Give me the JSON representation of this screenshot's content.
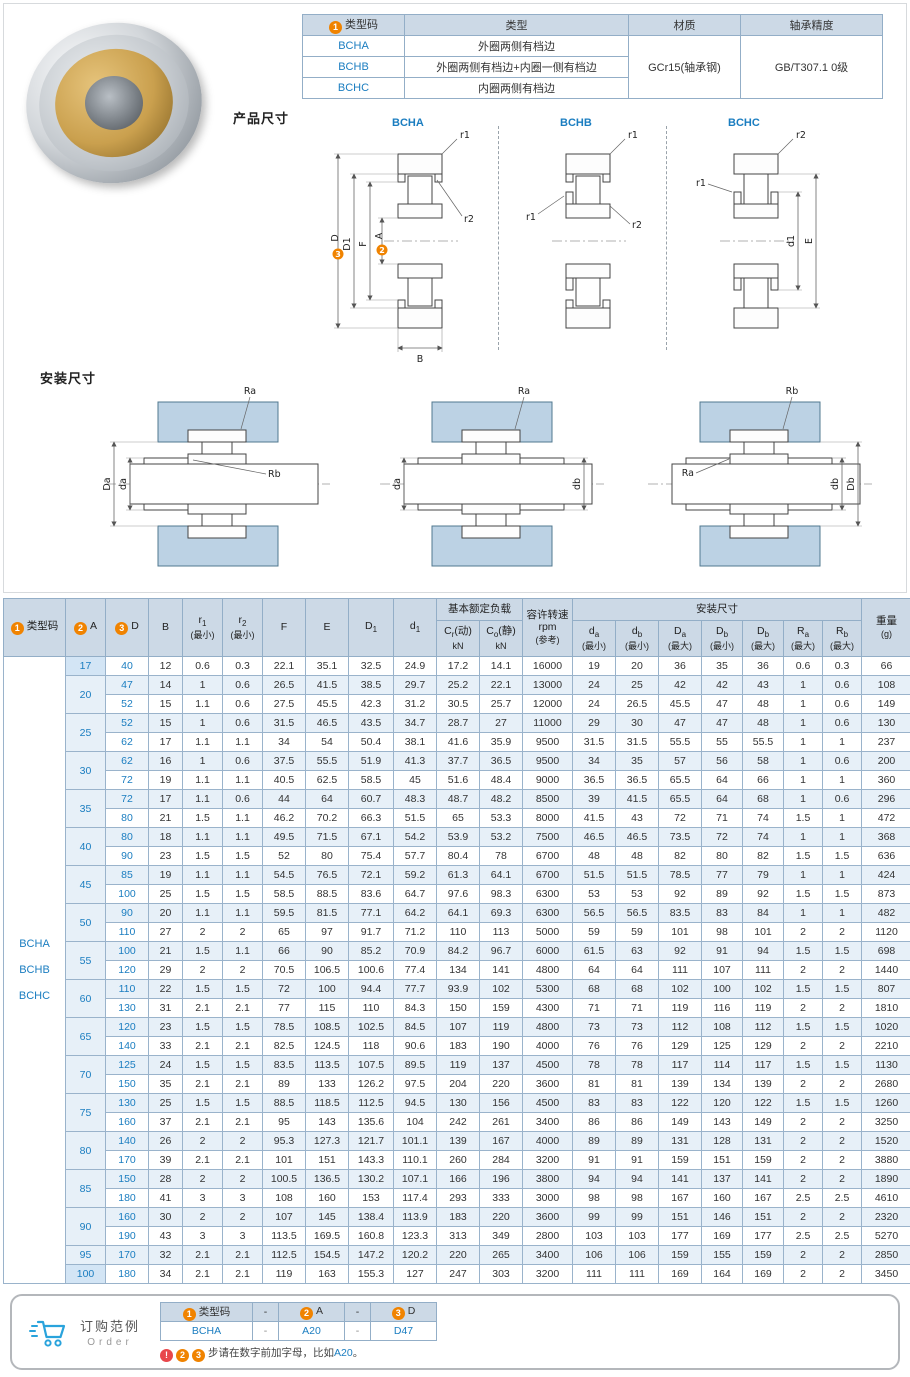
{
  "badges": {
    "one": "1",
    "two": "2",
    "three": "3"
  },
  "type_table": {
    "headers": {
      "code": "类型码",
      "type": "类型",
      "material": "材质",
      "precision": "轴承精度"
    },
    "rows": [
      {
        "code": "BCHA",
        "type": "外圈两侧有档边"
      },
      {
        "code": "BCHB",
        "type": "外圈两侧有档边+内圈一侧有档边"
      },
      {
        "code": "BCHC",
        "type": "内圈两侧有档边"
      }
    ],
    "material": "GCr15(轴承钢)",
    "precision": "GB/T307.1 0级"
  },
  "sections": {
    "product": "产品尺寸",
    "install": "安装尺寸"
  },
  "drawings": {
    "titles": [
      "BCHA",
      "BCHB",
      "BCHC"
    ],
    "product_labels": {
      "a": {
        "r_top": "r1",
        "r_side": "r2",
        "d": "D",
        "d1": "D1",
        "f": "F",
        "a": "A",
        "b": "B"
      },
      "b": {
        "r_top": "r1",
        "r_left": "r1",
        "r_side": "r2"
      },
      "c": {
        "r_top": "r2",
        "r_left": "r1",
        "e": "E",
        "d1": "d1"
      }
    },
    "install_labels": {
      "a": {
        "top": "Ra",
        "inner": "Rb",
        "outer_dim": "Da",
        "inner_dim": "da"
      },
      "b": {
        "top": "Ra",
        "left_dim": "da",
        "right_dim": "db"
      },
      "c": {
        "top": "Rb",
        "inner": "Ra",
        "inner_dim": "db",
        "outer_dim": "Db"
      }
    }
  },
  "main_table": {
    "type_codes": [
      "BCHA",
      "BCHB",
      "BCHC"
    ],
    "header": {
      "row1": [
        {
          "badge": "1",
          "text": "类型码",
          "rs": 2
        },
        {
          "badge": "2",
          "text": "A",
          "rs": 2
        },
        {
          "badge": "3",
          "text": "D",
          "rs": 2
        },
        {
          "text": "B",
          "rs": 2
        },
        {
          "text": "r",
          "sub": "1",
          "q": "(最小)",
          "rs": 2
        },
        {
          "text": "r",
          "sub": "2",
          "q": "(最小)",
          "rs": 2
        },
        {
          "text": "F",
          "rs": 2
        },
        {
          "text": "E",
          "rs": 2
        },
        {
          "text": "D",
          "sub": "1",
          "rs": 2
        },
        {
          "text": "d",
          "sub": "1",
          "rs": 2
        },
        {
          "text": "基本额定负载",
          "cs": 2
        },
        {
          "text": "容许转速",
          "q2": "rpm",
          "q": "(参考)",
          "rs": 2
        },
        {
          "text": "安装尺寸",
          "cs": 7
        },
        {
          "text": "重量",
          "q": "(g)",
          "rs": 2
        }
      ],
      "row2": [
        {
          "text": "C",
          "sub": "r",
          "rest": "(动)",
          "q": "kN"
        },
        {
          "text": "C",
          "sub": "o",
          "rest": "(静)",
          "q": "kN"
        },
        {
          "text": "d",
          "sub": "a",
          "q": "(最小)"
        },
        {
          "text": "d",
          "sub": "b",
          "q": "(最小)"
        },
        {
          "text": "D",
          "sub": "a",
          "q": "(最大)"
        },
        {
          "text": "D",
          "sub": "b",
          "q": "(最小)"
        },
        {
          "text": "D",
          "sub": "b",
          "q": "(最大)"
        },
        {
          "text": "R",
          "sub": "a",
          "q": "(最大)"
        },
        {
          "text": "R",
          "sub": "b",
          "q": "(最大)"
        }
      ]
    },
    "a_groups": [
      {
        "a": "17",
        "rows": [
          [
            "40",
            "12",
            "0.6",
            "0.3",
            "22.1",
            "35.1",
            "32.5",
            "24.9",
            "17.2",
            "14.1",
            "16000",
            "19",
            "20",
            "36",
            "35",
            "36",
            "0.6",
            "0.3",
            "66"
          ]
        ]
      },
      {
        "a": "20",
        "rows": [
          [
            "47",
            "14",
            "1",
            "0.6",
            "26.5",
            "41.5",
            "38.5",
            "29.7",
            "25.2",
            "22.1",
            "13000",
            "24",
            "25",
            "42",
            "42",
            "43",
            "1",
            "0.6",
            "108"
          ],
          [
            "52",
            "15",
            "1.1",
            "0.6",
            "27.5",
            "45.5",
            "42.3",
            "31.2",
            "30.5",
            "25.7",
            "12000",
            "24",
            "26.5",
            "45.5",
            "47",
            "48",
            "1",
            "0.6",
            "149"
          ]
        ]
      },
      {
        "a": "25",
        "rows": [
          [
            "52",
            "15",
            "1",
            "0.6",
            "31.5",
            "46.5",
            "43.5",
            "34.7",
            "28.7",
            "27",
            "11000",
            "29",
            "30",
            "47",
            "47",
            "48",
            "1",
            "0.6",
            "130"
          ],
          [
            "62",
            "17",
            "1.1",
            "1.1",
            "34",
            "54",
            "50.4",
            "38.1",
            "41.6",
            "35.9",
            "9500",
            "31.5",
            "31.5",
            "55.5",
            "55",
            "55.5",
            "1",
            "1",
            "237"
          ]
        ]
      },
      {
        "a": "30",
        "rows": [
          [
            "62",
            "16",
            "1",
            "0.6",
            "37.5",
            "55.5",
            "51.9",
            "41.3",
            "37.7",
            "36.5",
            "9500",
            "34",
            "35",
            "57",
            "56",
            "58",
            "1",
            "0.6",
            "200"
          ],
          [
            "72",
            "19",
            "1.1",
            "1.1",
            "40.5",
            "62.5",
            "58.5",
            "45",
            "51.6",
            "48.4",
            "9000",
            "36.5",
            "36.5",
            "65.5",
            "64",
            "66",
            "1",
            "1",
            "360"
          ]
        ]
      },
      {
        "a": "35",
        "rows": [
          [
            "72",
            "17",
            "1.1",
            "0.6",
            "44",
            "64",
            "60.7",
            "48.3",
            "48.7",
            "48.2",
            "8500",
            "39",
            "41.5",
            "65.5",
            "64",
            "68",
            "1",
            "0.6",
            "296"
          ],
          [
            "80",
            "21",
            "1.5",
            "1.1",
            "46.2",
            "70.2",
            "66.3",
            "51.5",
            "65",
            "53.3",
            "8000",
            "41.5",
            "43",
            "72",
            "71",
            "74",
            "1.5",
            "1",
            "472"
          ]
        ]
      },
      {
        "a": "40",
        "rows": [
          [
            "80",
            "18",
            "1.1",
            "1.1",
            "49.5",
            "71.5",
            "67.1",
            "54.2",
            "53.9",
            "53.2",
            "7500",
            "46.5",
            "46.5",
            "73.5",
            "72",
            "74",
            "1",
            "1",
            "368"
          ],
          [
            "90",
            "23",
            "1.5",
            "1.5",
            "52",
            "80",
            "75.4",
            "57.7",
            "80.4",
            "78",
            "6700",
            "48",
            "48",
            "82",
            "80",
            "82",
            "1.5",
            "1.5",
            "636"
          ]
        ]
      },
      {
        "a": "45",
        "rows": [
          [
            "85",
            "19",
            "1.1",
            "1.1",
            "54.5",
            "76.5",
            "72.1",
            "59.2",
            "61.3",
            "64.1",
            "6700",
            "51.5",
            "51.5",
            "78.5",
            "77",
            "79",
            "1",
            "1",
            "424"
          ],
          [
            "100",
            "25",
            "1.5",
            "1.5",
            "58.5",
            "88.5",
            "83.6",
            "64.7",
            "97.6",
            "98.3",
            "6300",
            "53",
            "53",
            "92",
            "89",
            "92",
            "1.5",
            "1.5",
            "873"
          ]
        ]
      },
      {
        "a": "50",
        "rows": [
          [
            "90",
            "20",
            "1.1",
            "1.1",
            "59.5",
            "81.5",
            "77.1",
            "64.2",
            "64.1",
            "69.3",
            "6300",
            "56.5",
            "56.5",
            "83.5",
            "83",
            "84",
            "1",
            "1",
            "482"
          ],
          [
            "110",
            "27",
            "2",
            "2",
            "65",
            "97",
            "91.7",
            "71.2",
            "110",
            "113",
            "5000",
            "59",
            "59",
            "101",
            "98",
            "101",
            "2",
            "2",
            "1120"
          ]
        ]
      },
      {
        "a": "55",
        "rows": [
          [
            "100",
            "21",
            "1.5",
            "1.1",
            "66",
            "90",
            "85.2",
            "70.9",
            "84.2",
            "96.7",
            "6000",
            "61.5",
            "63",
            "92",
            "91",
            "94",
            "1.5",
            "1.5",
            "698"
          ],
          [
            "120",
            "29",
            "2",
            "2",
            "70.5",
            "106.5",
            "100.6",
            "77.4",
            "134",
            "141",
            "4800",
            "64",
            "64",
            "111",
            "107",
            "111",
            "2",
            "2",
            "1440"
          ]
        ]
      },
      {
        "a": "60",
        "rows": [
          [
            "110",
            "22",
            "1.5",
            "1.5",
            "72",
            "100",
            "94.4",
            "77.7",
            "93.9",
            "102",
            "5300",
            "68",
            "68",
            "102",
            "100",
            "102",
            "1.5",
            "1.5",
            "807"
          ],
          [
            "130",
            "31",
            "2.1",
            "2.1",
            "77",
            "115",
            "110",
            "84.3",
            "150",
            "159",
            "4300",
            "71",
            "71",
            "119",
            "116",
            "119",
            "2",
            "2",
            "1810"
          ]
        ]
      },
      {
        "a": "65",
        "rows": [
          [
            "120",
            "23",
            "1.5",
            "1.5",
            "78.5",
            "108.5",
            "102.5",
            "84.5",
            "107",
            "119",
            "4800",
            "73",
            "73",
            "112",
            "108",
            "112",
            "1.5",
            "1.5",
            "1020"
          ],
          [
            "140",
            "33",
            "2.1",
            "2.1",
            "82.5",
            "124.5",
            "118",
            "90.6",
            "183",
            "190",
            "4000",
            "76",
            "76",
            "129",
            "125",
            "129",
            "2",
            "2",
            "2210"
          ]
        ]
      },
      {
        "a": "70",
        "rows": [
          [
            "125",
            "24",
            "1.5",
            "1.5",
            "83.5",
            "113.5",
            "107.5",
            "89.5",
            "119",
            "137",
            "4500",
            "78",
            "78",
            "117",
            "114",
            "117",
            "1.5",
            "1.5",
            "1130"
          ],
          [
            "150",
            "35",
            "2.1",
            "2.1",
            "89",
            "133",
            "126.2",
            "97.5",
            "204",
            "220",
            "3600",
            "81",
            "81",
            "139",
            "134",
            "139",
            "2",
            "2",
            "2680"
          ]
        ]
      },
      {
        "a": "75",
        "rows": [
          [
            "130",
            "25",
            "1.5",
            "1.5",
            "88.5",
            "118.5",
            "112.5",
            "94.5",
            "130",
            "156",
            "4500",
            "83",
            "83",
            "122",
            "120",
            "122",
            "1.5",
            "1.5",
            "1260"
          ],
          [
            "160",
            "37",
            "2.1",
            "2.1",
            "95",
            "143",
            "135.6",
            "104",
            "242",
            "261",
            "3400",
            "86",
            "86",
            "149",
            "143",
            "149",
            "2",
            "2",
            "3250"
          ]
        ]
      },
      {
        "a": "80",
        "rows": [
          [
            "140",
            "26",
            "2",
            "2",
            "95.3",
            "127.3",
            "121.7",
            "101.1",
            "139",
            "167",
            "4000",
            "89",
            "89",
            "131",
            "128",
            "131",
            "2",
            "2",
            "1520"
          ],
          [
            "170",
            "39",
            "2.1",
            "2.1",
            "101",
            "151",
            "143.3",
            "110.1",
            "260",
            "284",
            "3200",
            "91",
            "91",
            "159",
            "151",
            "159",
            "2",
            "2",
            "3880"
          ]
        ]
      },
      {
        "a": "85",
        "rows": [
          [
            "150",
            "28",
            "2",
            "2",
            "100.5",
            "136.5",
            "130.2",
            "107.1",
            "166",
            "196",
            "3800",
            "94",
            "94",
            "141",
            "137",
            "141",
            "2",
            "2",
            "1890"
          ],
          [
            "180",
            "41",
            "3",
            "3",
            "108",
            "160",
            "153",
            "117.4",
            "293",
            "333",
            "3000",
            "98",
            "98",
            "167",
            "160",
            "167",
            "2.5",
            "2.5",
            "4610"
          ]
        ]
      },
      {
        "a": "90",
        "rows": [
          [
            "160",
            "30",
            "2",
            "2",
            "107",
            "145",
            "138.4",
            "113.9",
            "183",
            "220",
            "3600",
            "99",
            "99",
            "151",
            "146",
            "151",
            "2",
            "2",
            "2320"
          ],
          [
            "190",
            "43",
            "3",
            "3",
            "113.5",
            "169.5",
            "160.8",
            "123.3",
            "313",
            "349",
            "2800",
            "103",
            "103",
            "177",
            "169",
            "177",
            "2.5",
            "2.5",
            "5270"
          ]
        ]
      },
      {
        "a": "95",
        "rows": [
          [
            "170",
            "32",
            "2.1",
            "2.1",
            "112.5",
            "154.5",
            "147.2",
            "120.2",
            "220",
            "265",
            "3400",
            "106",
            "106",
            "159",
            "155",
            "159",
            "2",
            "2",
            "2850"
          ]
        ]
      },
      {
        "a": "100",
        "rows": [
          [
            "180",
            "34",
            "2.1",
            "2.1",
            "119",
            "163",
            "155.3",
            "127",
            "247",
            "303",
            "3200",
            "111",
            "111",
            "169",
            "164",
            "169",
            "2",
            "2",
            "3450"
          ]
        ]
      }
    ]
  },
  "order": {
    "title": "订购范例",
    "title_en": "Order",
    "headers": {
      "code": "类型码",
      "a": "A",
      "d": "D",
      "dash": "-"
    },
    "example": {
      "code": "BCHA",
      "a": "A20",
      "d": "D47",
      "dash": "-"
    },
    "note": {
      "warn": "!",
      "steps": [
        "2",
        "3"
      ],
      "text": "步请在数字前加字母，比如",
      "code": "A20",
      "suffix": "。"
    }
  }
}
